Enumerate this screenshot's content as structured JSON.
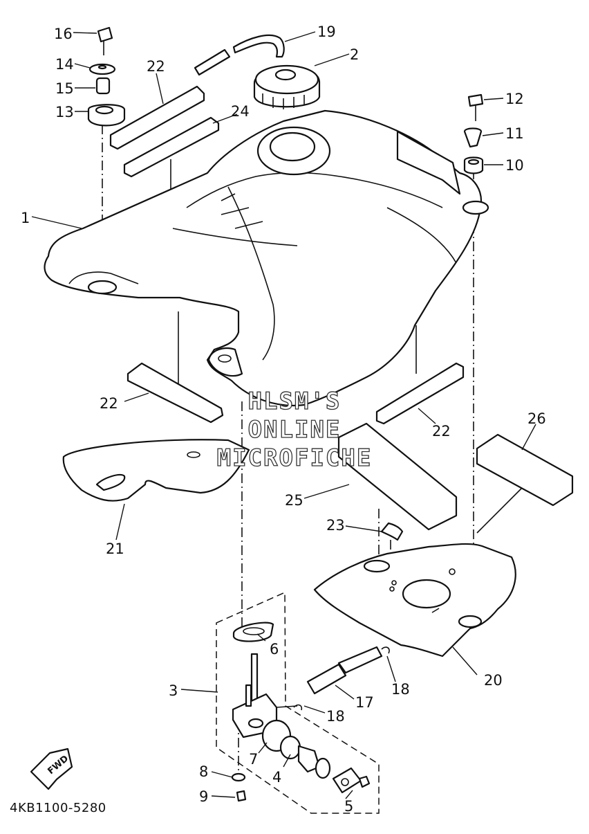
{
  "diagram": {
    "code": "4KB1100-5280",
    "watermark": [
      "HLSM'S",
      "ONLINE",
      "MICROFICHE"
    ],
    "direction_badge": "FWD",
    "callouts": {
      "c1": "1",
      "c2": "2",
      "c3": "3",
      "c4": "4",
      "c5": "5",
      "c6": "6",
      "c7": "7",
      "c8": "8",
      "c9": "9",
      "c10": "10",
      "c11": "11",
      "c12": "12",
      "c13": "13",
      "c14": "14",
      "c15": "15",
      "c16": "16",
      "c17": "17",
      "c18a": "18",
      "c18b": "18",
      "c19": "19",
      "c20": "20",
      "c21": "21",
      "c22a": "22",
      "c22b": "22",
      "c22c": "22",
      "c23": "23",
      "c24": "24",
      "c25": "25",
      "c26": "26"
    }
  }
}
